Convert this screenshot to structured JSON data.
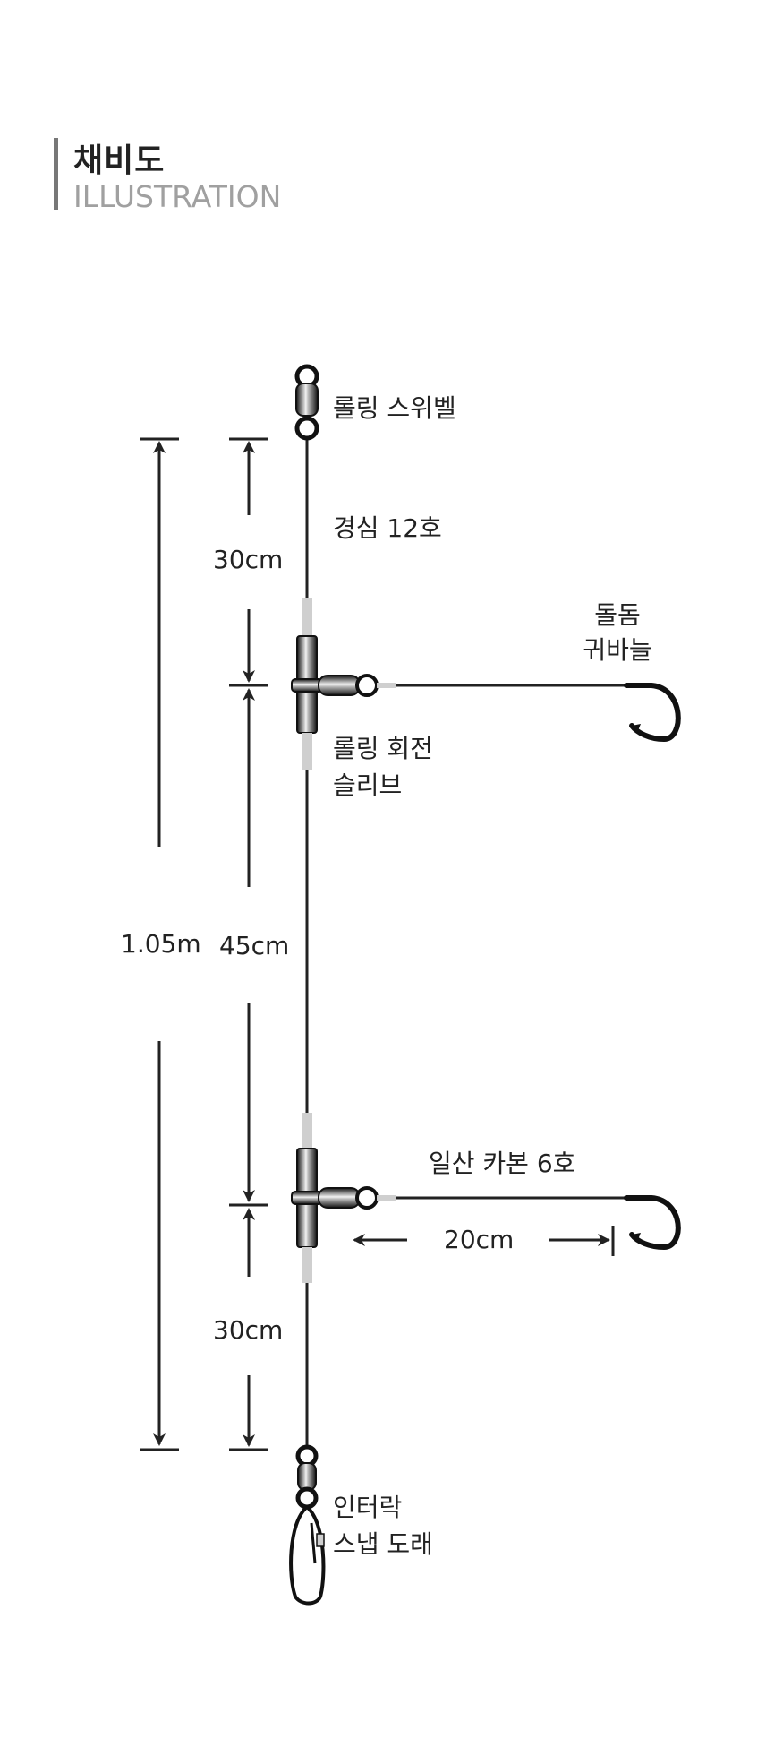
{
  "header": {
    "title": "채비도",
    "subtitle": "ILLUSTRATION"
  },
  "labels": {
    "rolling_swivel": "롤링 스위벨",
    "main_line": "경심 12호",
    "hook_top_line1": "돌돔",
    "hook_top_line2": "귀바늘",
    "sleeve_line1": "롤링 회전",
    "sleeve_line2": "슬리브",
    "branch_line": "일산 카본 6호",
    "snap_line1": "인터락",
    "snap_line2": "스냅 도래"
  },
  "dimensions": {
    "total": "1.05m",
    "top_segment": "30cm",
    "middle_segment": "45cm",
    "bottom_segment": "30cm",
    "branch_length": "20cm"
  },
  "colors": {
    "line": "#222222",
    "sleeve_tube": "#cfcfcf",
    "metal_dark": "#1a1a1a",
    "metal_light": "#e6e6e6"
  }
}
